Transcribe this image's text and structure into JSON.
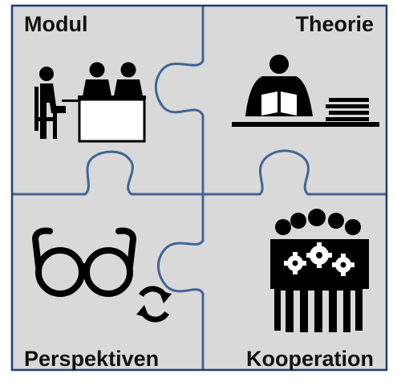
{
  "pieces": {
    "top_left": {
      "title": "Modul",
      "icon": "classroom-desk-icon"
    },
    "top_right": {
      "title": "Theorie",
      "icon": "reading-person-icon"
    },
    "bottom_left": {
      "title": "Perspektiven",
      "icon": "glasses-refresh-icon"
    },
    "bottom_right": {
      "title": "Kooperation",
      "icon": "team-gears-icon"
    }
  },
  "colors": {
    "tile_fill": "#d9d9d9",
    "seam_stroke": "#3f6595",
    "frame_stroke": "#1f3f6c",
    "icon": "#000000"
  }
}
